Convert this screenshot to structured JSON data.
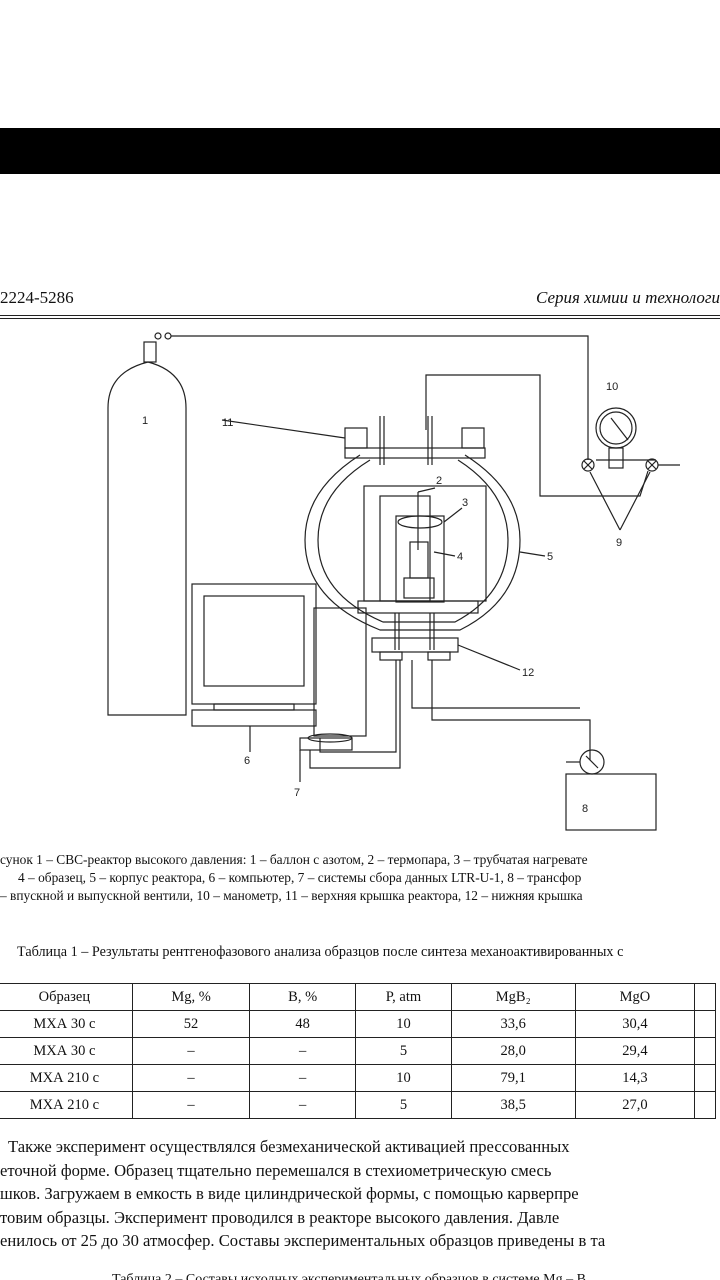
{
  "header": {
    "issn": "2224-5286",
    "series": "Серия химии и технологи"
  },
  "figure": {
    "labels": [
      "1",
      "2",
      "3",
      "4",
      "5",
      "6",
      "7",
      "8",
      "9",
      "10",
      "11",
      "12"
    ],
    "caption_lines": [
      "сунок 1 – СВС-реактор высокого давления: 1 – баллон с азотом, 2 – термопара, 3 – трубчатая нагревате",
      "4 – образец, 5 – корпус реактора, 6 – компьютер, 7 – системы сбора данных LTR-U-1, 8 – трансфор",
      "– впускной и выпускной вентили, 10 – манометр, 11 – верхняя крышка реактора, 12 – нижняя крышка"
    ]
  },
  "table": {
    "title": "Таблица 1 – Результаты рентгенофазового анализа образцов после синтеза механоактивированных с",
    "headers": [
      "Образец",
      "Mg, %",
      "B, %",
      "P, atm",
      "MgB₂",
      "MgO"
    ],
    "rows": [
      [
        "МХА 30 с",
        "52",
        "48",
        "10",
        "33,6",
        "30,4"
      ],
      [
        "МХА 30 с",
        "–",
        "–",
        "5",
        "28,0",
        "29,4"
      ],
      [
        "МХА 210 с",
        "–",
        "–",
        "10",
        "79,1",
        "14,3"
      ],
      [
        "МХА 210 с",
        "–",
        "–",
        "5",
        "38,5",
        "27,0"
      ]
    ]
  },
  "paragraph": [
    "Также эксперимент осуществлялся безмеханической активацией прессованных",
    "еточной форме. Образец тщательно перемешался в стехиометрическую смесь",
    "шков. Загружаем в емкость в виде цилиндрической формы, с помощью карверпре",
    "товим образцы. Эксперимент проводился в реакторе высокого давления. Давле",
    "енилось от 25 до 30 атмосфер. Составы экспериментальных образцов приведены в та"
  ],
  "footer_cut": "Таблица 2 – Составы исходных экспериментальных образцов в системе Mg – B"
}
